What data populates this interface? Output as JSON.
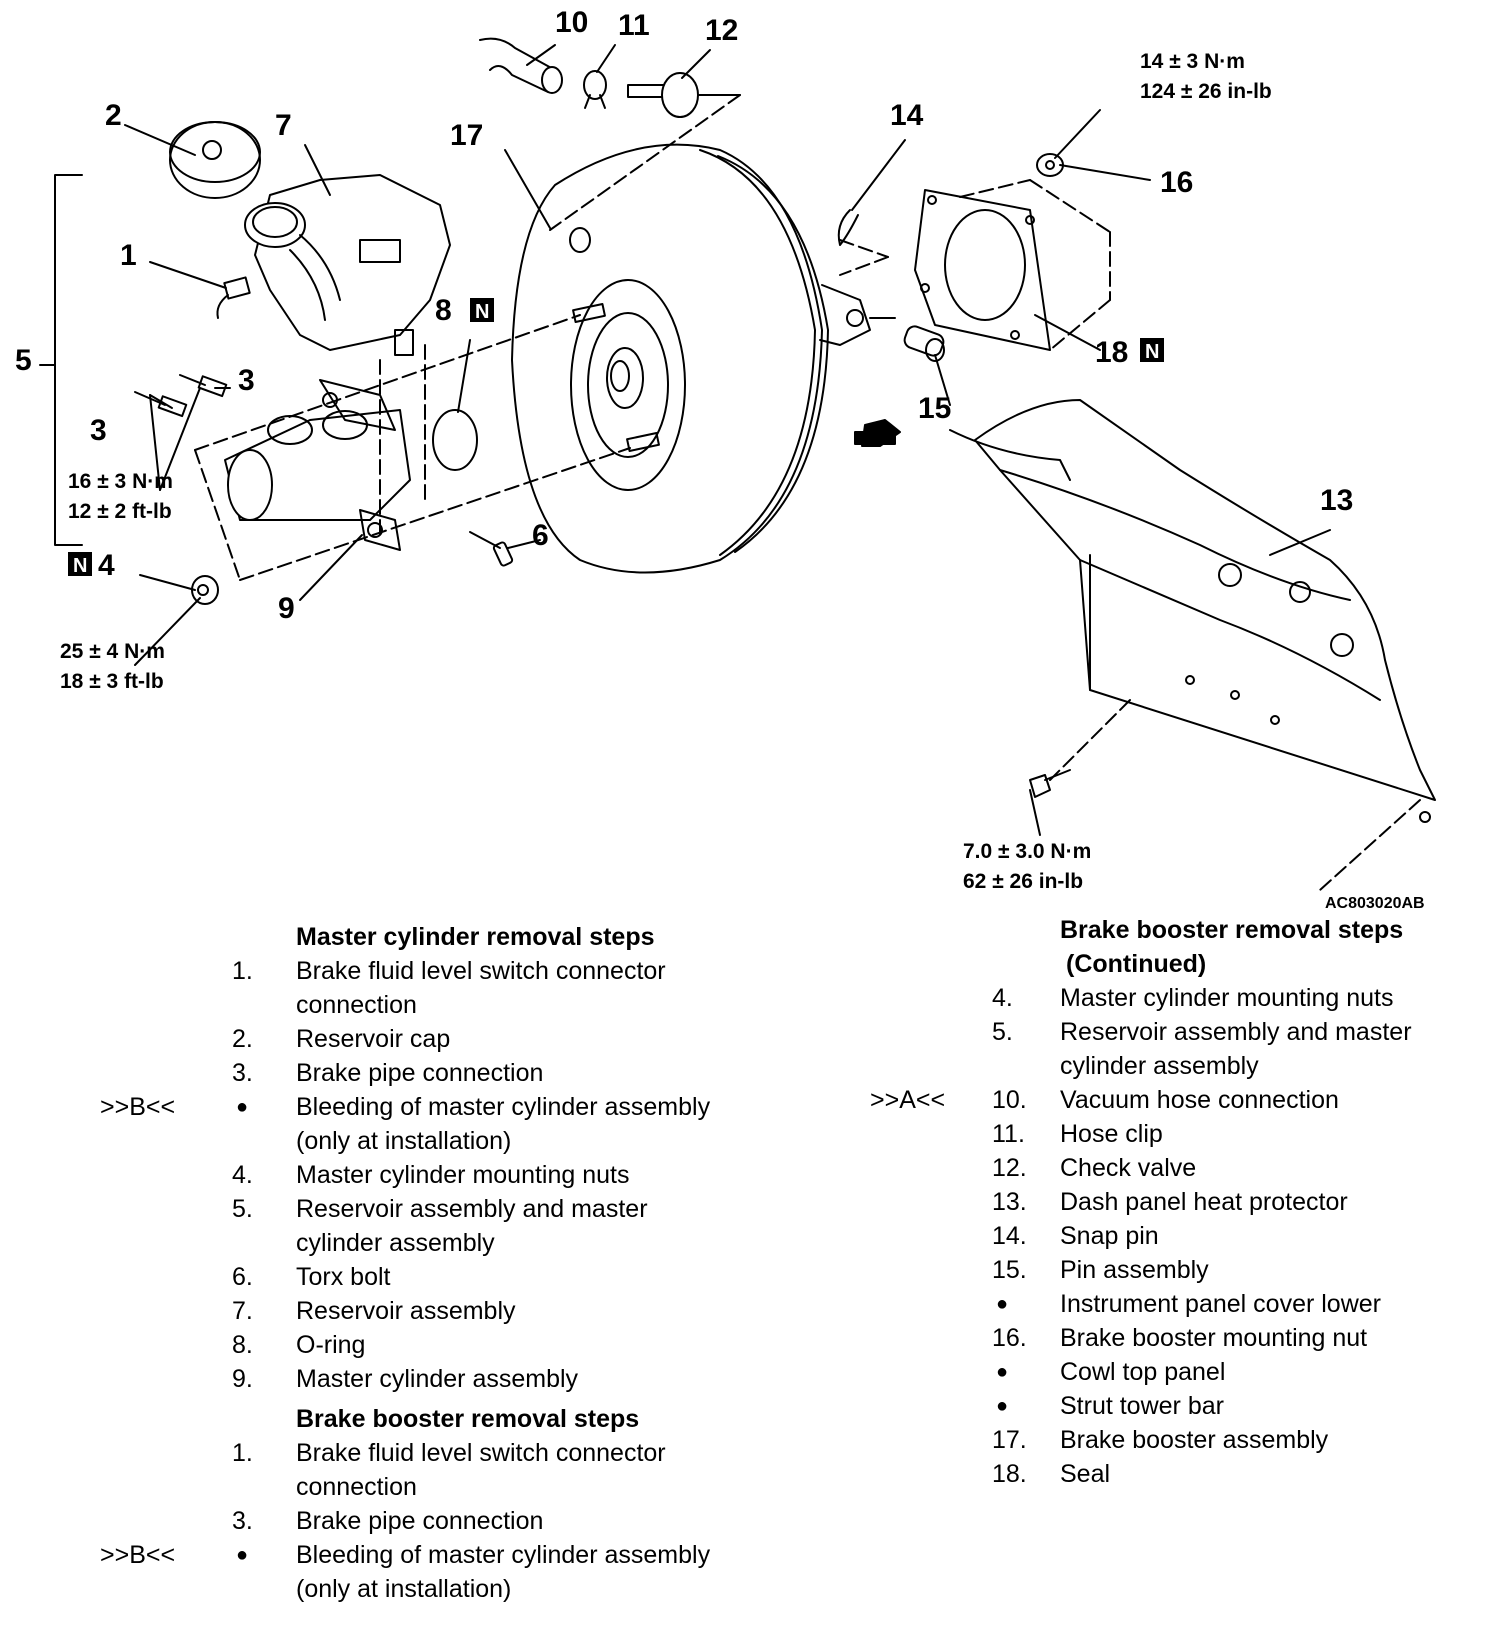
{
  "figure": {
    "id": "AC803020AB",
    "callouts": [
      "1",
      "2",
      "3",
      "3",
      "4",
      "5",
      "6",
      "7",
      "8",
      "9",
      "10",
      "11",
      "12",
      "13",
      "14",
      "15",
      "16",
      "17",
      "18"
    ],
    "new_part_marker": "N",
    "torques": {
      "t3": [
        "16 ± 3 N·m",
        "12 ± 2 ft-lb"
      ],
      "t4": [
        "25 ± 4 N·m",
        "18 ± 3 ft-lb"
      ],
      "t16": [
        "14 ± 3 N·m",
        "124 ± 26 in-lb"
      ],
      "t13": [
        "7.0 ± 3.0 N·m",
        "62 ± 26 in-lb"
      ]
    }
  },
  "left_column": {
    "mc_heading": "Master cylinder removal steps",
    "mc_steps": [
      {
        "marker": "",
        "num": "1.",
        "bullet": "",
        "text": "Brake fluid level switch connector connection"
      },
      {
        "marker": "",
        "num": "2.",
        "bullet": "",
        "text": "Reservoir cap"
      },
      {
        "marker": "",
        "num": "3.",
        "bullet": "",
        "text": "Brake pipe connection"
      },
      {
        "marker": ">>B<<",
        "num": "",
        "bullet": "●",
        "text": "Bleeding of master cylinder assembly (only at installation)"
      },
      {
        "marker": "",
        "num": "4.",
        "bullet": "",
        "text": "Master cylinder mounting nuts"
      },
      {
        "marker": "",
        "num": "5.",
        "bullet": "",
        "text": "Reservoir assembly and master cylinder assembly"
      },
      {
        "marker": "",
        "num": "6.",
        "bullet": "",
        "text": "Torx bolt"
      },
      {
        "marker": "",
        "num": "7.",
        "bullet": "",
        "text": "Reservoir assembly"
      },
      {
        "marker": "",
        "num": "8.",
        "bullet": "",
        "text": "O-ring"
      },
      {
        "marker": "",
        "num": "9.",
        "bullet": "",
        "text": "Master cylinder assembly"
      }
    ],
    "bb_heading": "Brake booster removal steps",
    "bb_steps": [
      {
        "marker": "",
        "num": "1.",
        "bullet": "",
        "text": "Brake fluid level switch connector connection"
      },
      {
        "marker": "",
        "num": "3.",
        "bullet": "",
        "text": "Brake pipe connection"
      },
      {
        "marker": ">>B<<",
        "num": "",
        "bullet": "●",
        "text": "Bleeding of master cylinder assembly (only at installation)"
      }
    ]
  },
  "right_column": {
    "heading_line1": "Brake booster removal steps",
    "heading_line2": "(Continued)",
    "steps": [
      {
        "marker": "",
        "num": "4.",
        "bullet": "",
        "text": "Master cylinder mounting nuts"
      },
      {
        "marker": "",
        "num": "5.",
        "bullet": "",
        "text": "Reservoir assembly and master cylinder assembly"
      },
      {
        "marker": ">>A<<",
        "num": "10.",
        "bullet": "",
        "text": "Vacuum hose connection"
      },
      {
        "marker": "",
        "num": "11.",
        "bullet": "",
        "text": "Hose clip"
      },
      {
        "marker": "",
        "num": "12.",
        "bullet": "",
        "text": "Check valve"
      },
      {
        "marker": "",
        "num": "13.",
        "bullet": "",
        "text": "Dash panel heat protector"
      },
      {
        "marker": "",
        "num": "14.",
        "bullet": "",
        "text": "Snap pin"
      },
      {
        "marker": "",
        "num": "15.",
        "bullet": "",
        "text": "Pin assembly"
      },
      {
        "marker": "",
        "num": "",
        "bullet": "●",
        "text": "Instrument panel cover lower"
      },
      {
        "marker": "",
        "num": "16.",
        "bullet": "",
        "text": "Brake booster mounting nut"
      },
      {
        "marker": "",
        "num": "",
        "bullet": "●",
        "text": "Cowl top panel"
      },
      {
        "marker": "",
        "num": "",
        "bullet": "●",
        "text": "Strut tower bar"
      },
      {
        "marker": "",
        "num": "17.",
        "bullet": "",
        "text": "Brake booster assembly"
      },
      {
        "marker": "",
        "num": "18.",
        "bullet": "",
        "text": "Seal"
      }
    ]
  }
}
